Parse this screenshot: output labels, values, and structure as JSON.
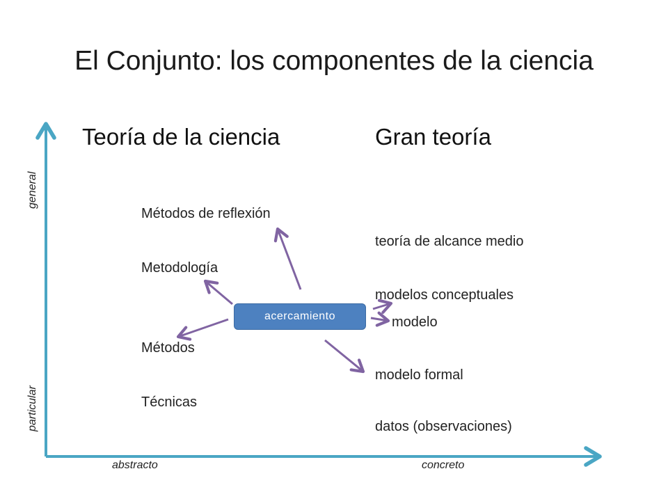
{
  "title": "El Conjunto: los componentes de la ciencia",
  "headings": {
    "left": "Teoría de la ciencia",
    "right": "Gran teoría"
  },
  "left_items": [
    "Métodos de reflexión",
    "Metodología",
    "Métodos",
    "Técnicas"
  ],
  "right_items": [
    "teoría de alcance medio",
    "modelos conceptuales",
    "modelo",
    "modelo formal",
    "datos (observaciones)"
  ],
  "axes": {
    "y_top": "general",
    "y_bottom": "particular",
    "x_left": "abstracto",
    "x_right": "concreto",
    "color": "#4aa6c4"
  },
  "center_box": {
    "label": "acercamiento",
    "color": "#4d81c0"
  },
  "arrow_color": "#8064a2"
}
